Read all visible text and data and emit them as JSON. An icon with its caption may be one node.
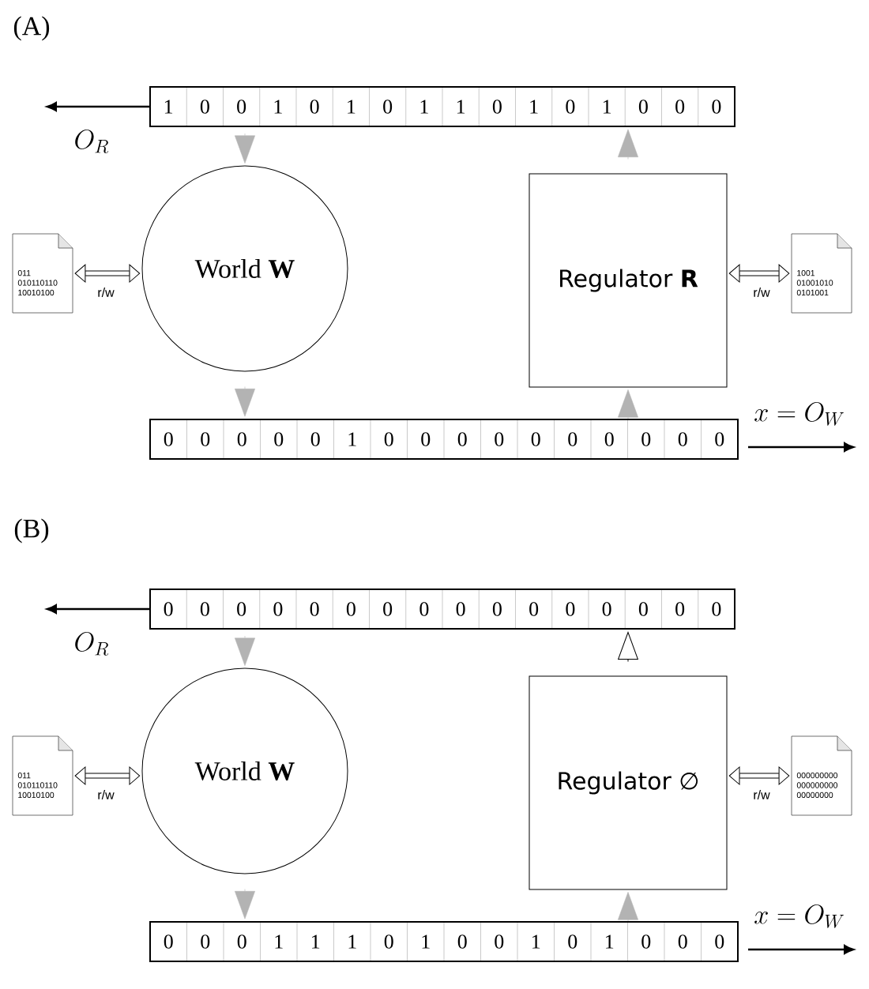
{
  "diagram": {
    "nodes": [
      {
        "text": [
          "1",
          "0",
          "0",
          "1",
          "0",
          "1",
          "0",
          "1",
          "1",
          "0",
          "1",
          "0",
          "1",
          "0",
          "0",
          "0"
        ]
      },
      {
        "text": [
          "011 010110110 10010100"
        ]
      },
      {
        "text": [
          "World **W**"
        ]
      },
      {
        "text": [
          "Regulator **R**"
        ]
      },
      {
        "text": [
          "1001 01001010 0101001"
        ]
      },
      {
        "text": [
          "0",
          "0",
          "0",
          "0",
          "0",
          "1",
          "0",
          "0",
          "0",
          "0",
          "0",
          "0",
          "0",
          "0",
          "0",
          "0"
        ]
      },
      {
        "text": [
          "0",
          "0",
          "0",
          "0",
          "0",
          "0",
          "0",
          "0",
          "0",
          "0",
          "0",
          "0",
          "0",
          "0",
          "0",
          "0"
        ]
      },
      {
        "text": [
          "011 010110110 10010100"
        ]
      },
      {
        "text": [
          "World **W**"
        ]
      },
      {
        "text": [
          "Regulator ∅"
        ]
      },
      {
        "text": [
          "000000000 000000000 00000000"
        ]
      },
      {
        "text": [
          "0",
          "0",
          "0",
          "1",
          "1",
          "1",
          "0",
          "1",
          "0",
          "0",
          "1",
          "0",
          "1",
          "0",
          "0",
          "0"
        ]
      }
    ],
    "edges": [
      {
        "from": 0,
        "to": 2,
        "arrow": "to",
        "color": "#b3b3b3"
      },
      {
        "from": 3,
        "to": 0,
        "arrow": "to",
        "color": "#b3b3b3"
      },
      {
        "from": 2,
        "to": 5,
        "arrow": "to",
        "color": "#b3b3b3"
      },
      {
        "from": 5,
        "to": 3,
        "arrow": "to",
        "color": "#b3b3b3"
      },
      {
        "from": 1,
        "to": 2,
        "arrow": "both",
        "label": "r/w",
        "style": "thick"
      },
      {
        "from": 3,
        "to": 4,
        "arrow": "both",
        "label": "r/w",
        "style": "thick"
      },
      {
        "from": 0,
        "to": null,
        "arrow": "to",
        "label": "O_R"
      },
      {
        "from": 5,
        "to": null,
        "arrow": "to",
        "label": "x = O_W"
      },
      {
        "from": 6,
        "to": 8,
        "arrow": "to",
        "color": "#b3b3b3"
      },
      {
        "from": 9,
        "to": 6,
        "arrow": "to",
        "color": "#000000"
      },
      {
        "from": 8,
        "to": 11,
        "arrow": "to",
        "color": "#b3b3b3"
      },
      {
        "from": 11,
        "to": 9,
        "arrow": "to",
        "color": "#b3b3b3"
      },
      {
        "from": 7,
        "to": 8,
        "arrow": "both",
        "label": "r/w",
        "style": "thick"
      },
      {
        "from": 9,
        "to": 10,
        "arrow": "both",
        "label": "r/w",
        "style": "thick"
      },
      {
        "from": 6,
        "to": null,
        "arrow": "to",
        "label": "O_R"
      },
      {
        "from": 11,
        "to": null,
        "arrow": "to",
        "label": "x = O_W"
      }
    ],
    "labels": [
      "(A)",
      "(B)"
    ]
  }
}
